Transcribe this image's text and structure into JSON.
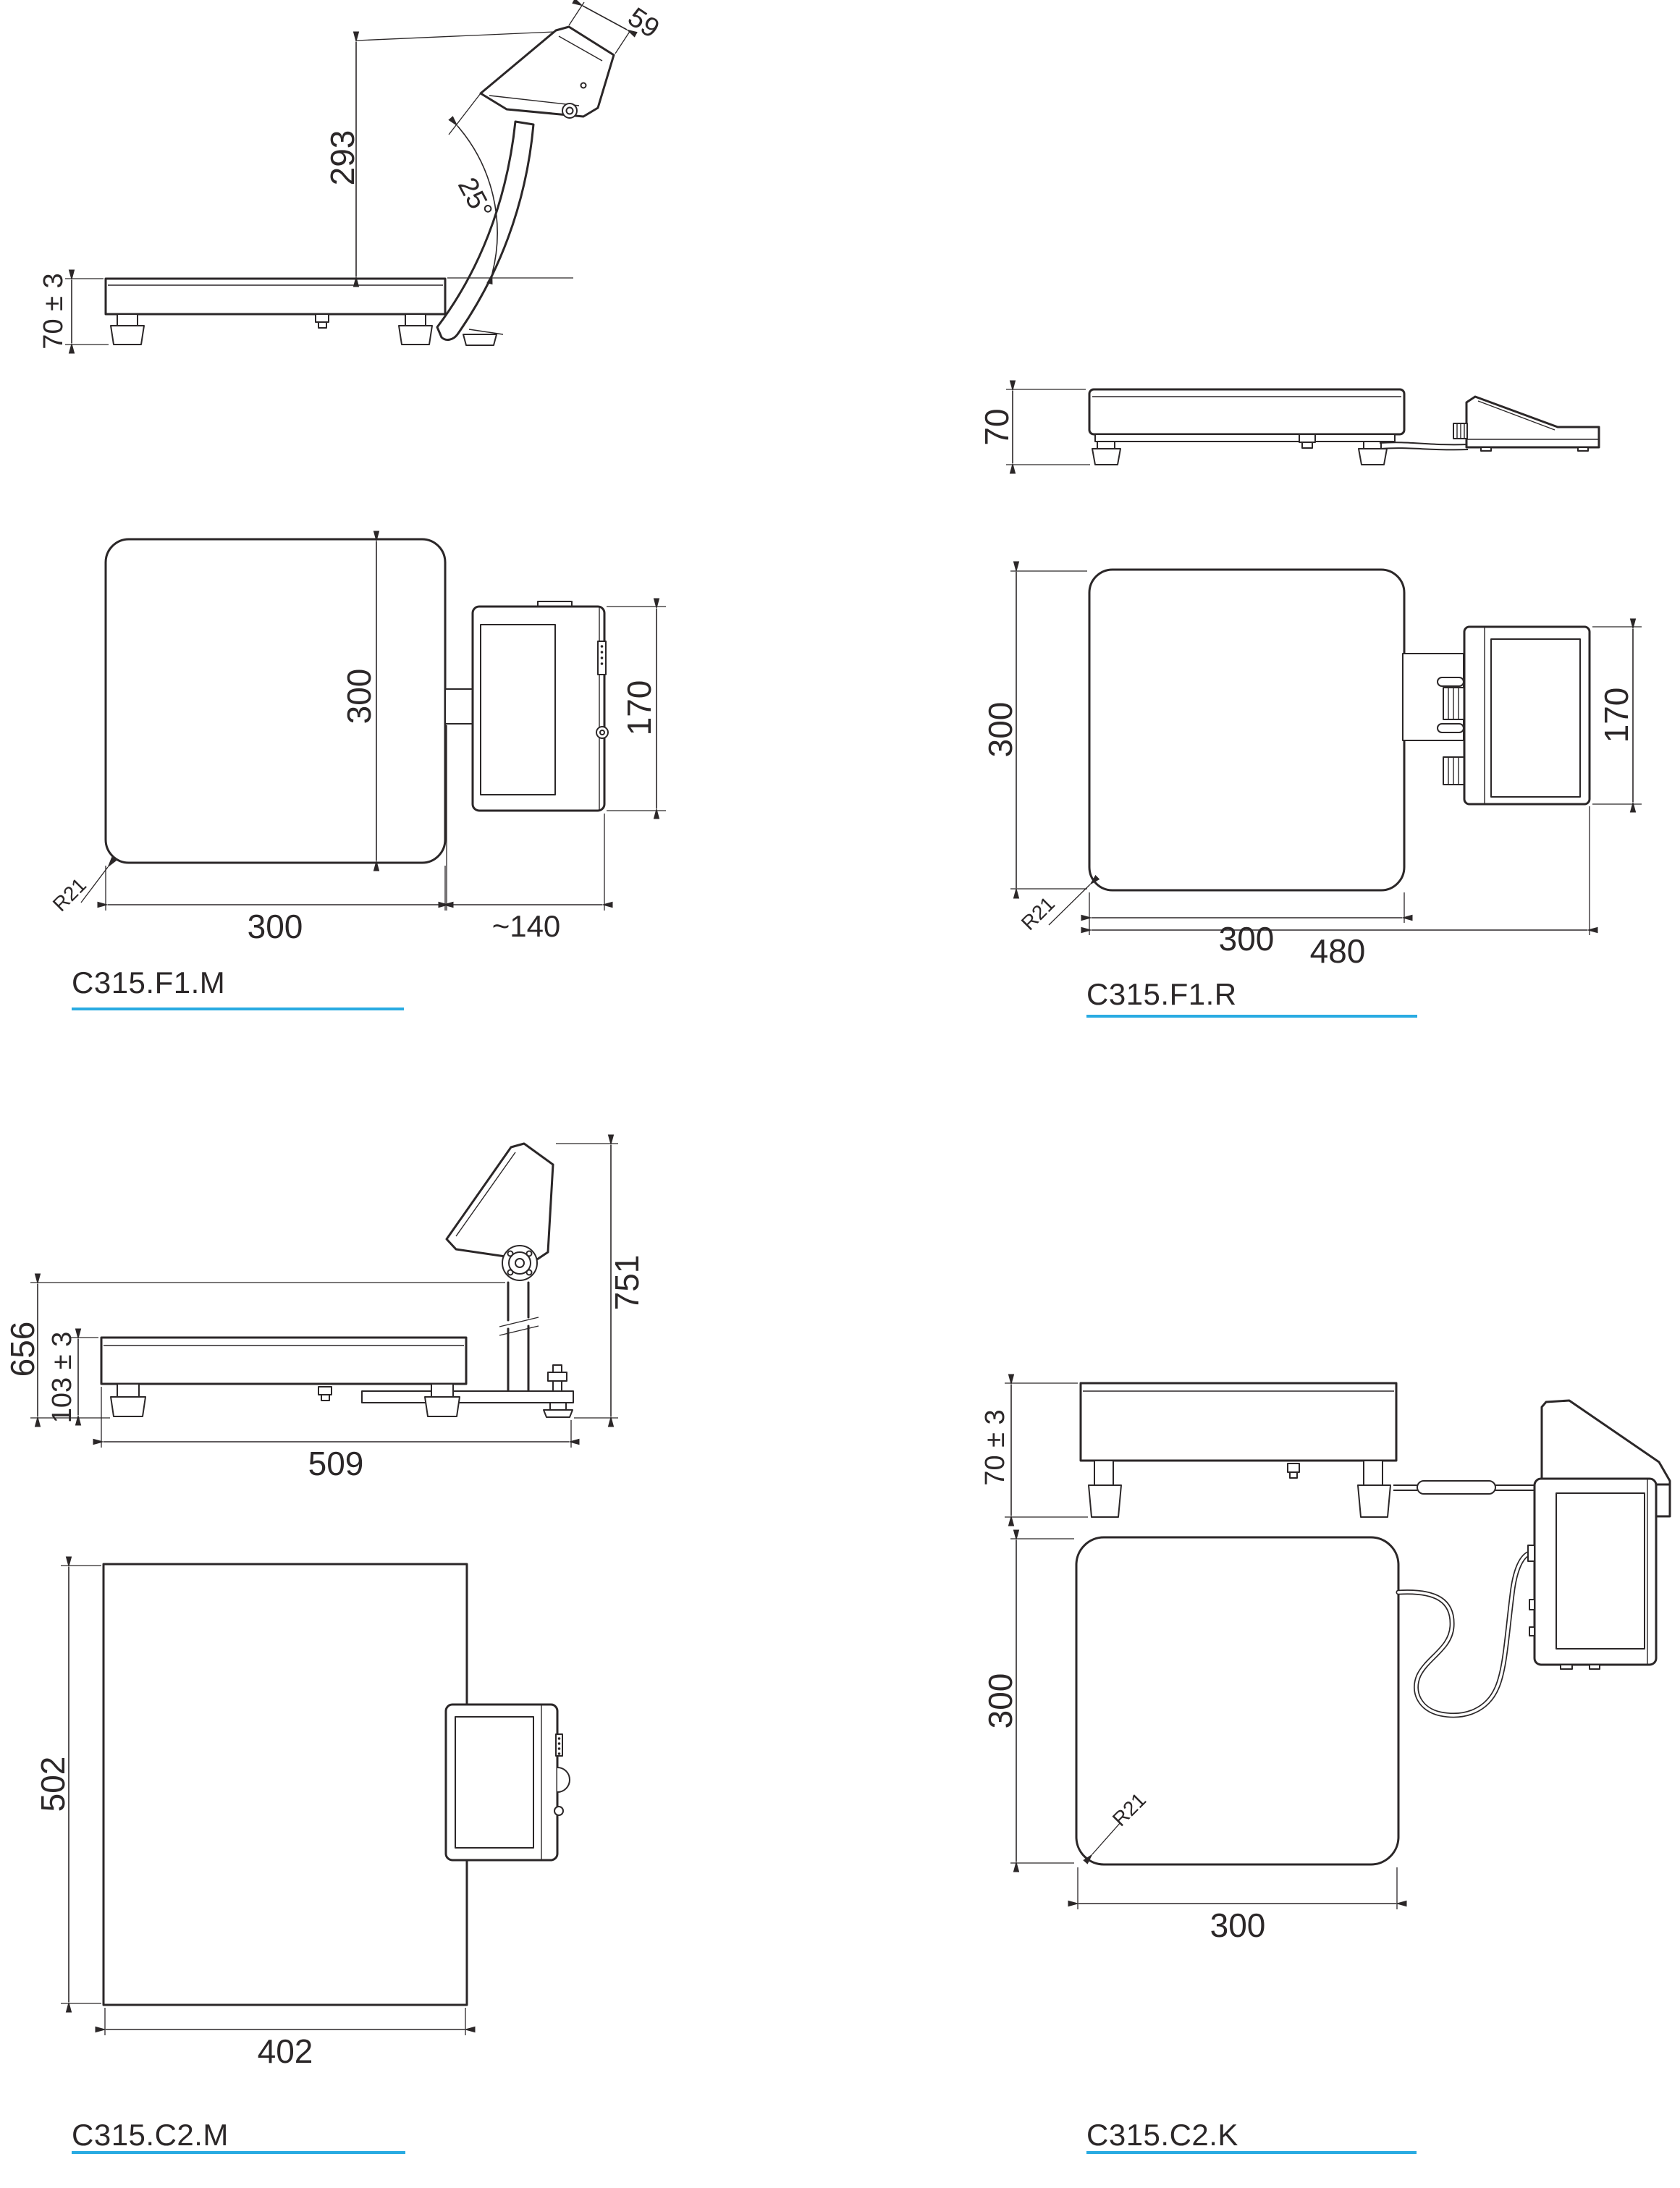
{
  "page": {
    "background": "#ffffff",
    "accent_color": "#29abe2",
    "line_color": "#2b2728"
  },
  "drawings": {
    "f1m": {
      "label": "C315.F1.M",
      "dims": {
        "height_to_display": "293",
        "display_depth": "59",
        "tilt_angle": "25°",
        "platform_height": "70 ± 3",
        "pan_depth": "300",
        "pan_width": "300",
        "head_offset": "~140",
        "head_height": "170",
        "corner_radius": "R21"
      }
    },
    "f1r": {
      "label": "C315.F1.R",
      "dims": {
        "platform_height": "70",
        "pan_depth": "300",
        "pan_width": "300",
        "overall_width": "480",
        "head_height": "170",
        "corner_radius": "R21"
      }
    },
    "c2m": {
      "label": "C315.C2.M",
      "dims": {
        "column_height": "656",
        "platform_height": "103 ± 3",
        "overall_height": "751",
        "base_width": "509",
        "pan_depth": "502",
        "pan_width": "402"
      }
    },
    "c2k": {
      "label": "C315.C2.K",
      "dims": {
        "platform_height": "70 ± 3",
        "pan_depth": "300",
        "pan_width": "300",
        "corner_radius": "R21"
      }
    }
  }
}
